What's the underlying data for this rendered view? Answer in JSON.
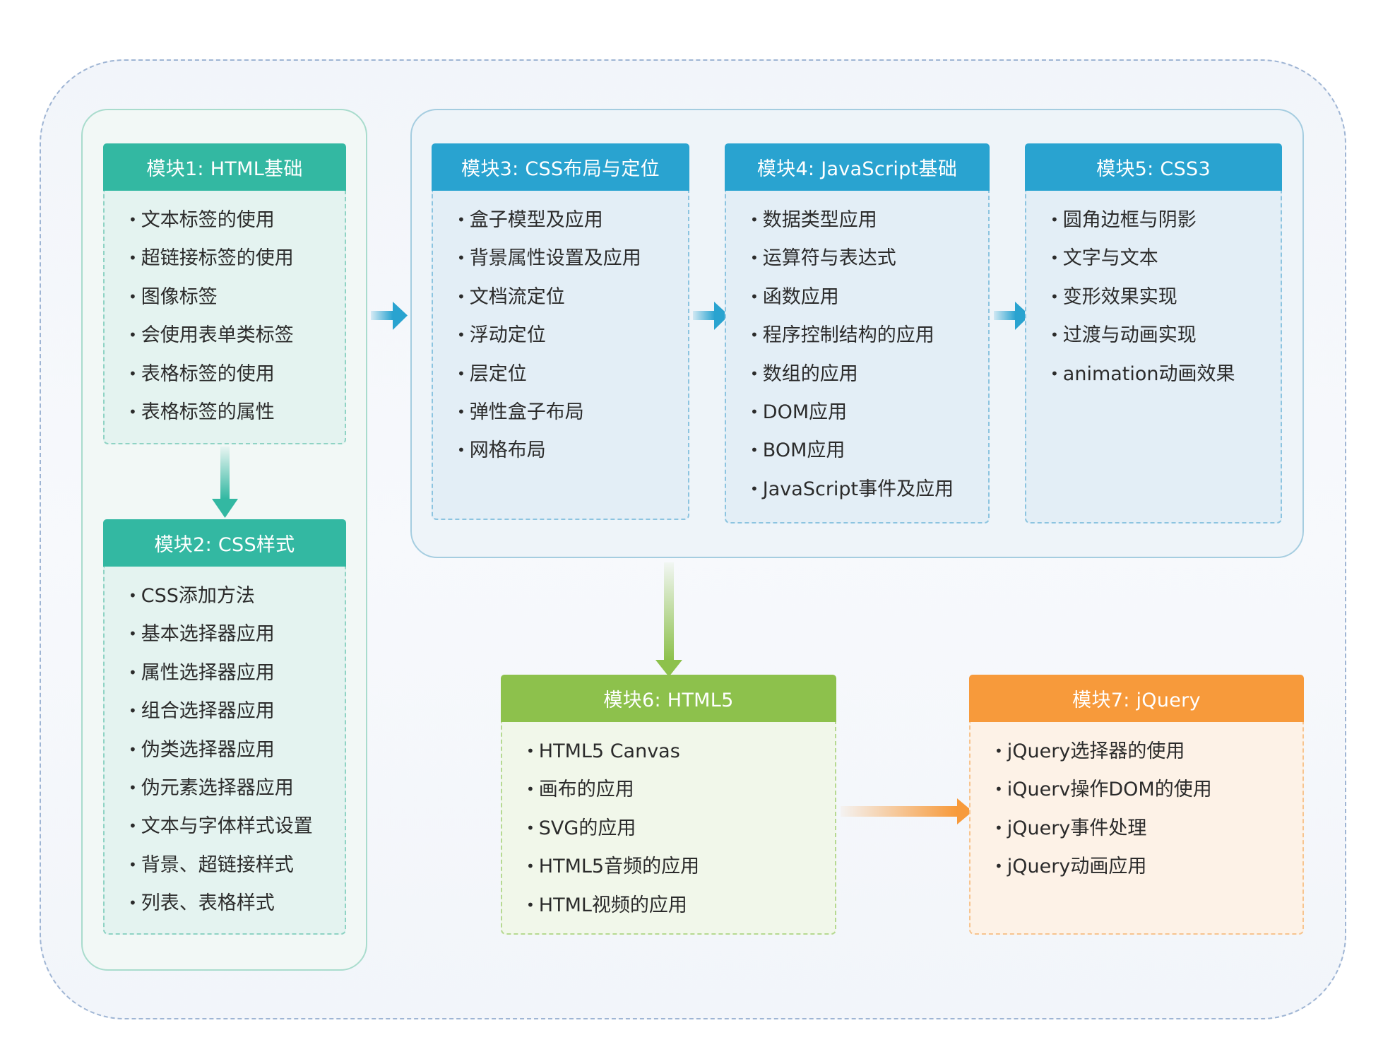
{
  "colors": {
    "teal": "#33b8a2",
    "blue": "#29a3d0",
    "green": "#8dc14c",
    "orange": "#f79a3b",
    "outer_border": "#9fb5d4"
  },
  "modules": [
    {
      "title": "模块1: HTML基础",
      "items": [
        "文本标签的使用",
        "超链接标签的使用",
        "图像标签",
        "会使用表单类标签",
        "表格标签的使用",
        "表格标签的属性"
      ]
    },
    {
      "title": "模块2: CSS样式",
      "items": [
        "CSS添加方法",
        "基本选择器应用",
        "属性选择器应用",
        "组合选择器应用",
        "伪类选择器应用",
        "伪元素选择器应用",
        "文本与字体样式设置",
        "背景、超链接样式",
        "列表、表格样式"
      ]
    },
    {
      "title": "模块3: CSS布局与定位",
      "items": [
        "盒子模型及应用",
        "背景属性设置及应用",
        "文档流定位",
        "浮动定位",
        "层定位",
        "弹性盒子布局",
        "网格布局"
      ]
    },
    {
      "title": "模块4: JavaScript基础",
      "items": [
        "数据类型应用",
        "运算符与表达式",
        "函数应用",
        "程序控制结构的应用",
        "数组的应用",
        "DOM应用",
        "BOM应用",
        "JavaScript事件及应用"
      ]
    },
    {
      "title": "模块5: CSS3",
      "items": [
        "圆角边框与阴影",
        "文字与文本",
        "变形效果实现",
        "过渡与动画实现",
        "animation动画效果"
      ]
    },
    {
      "title": "模块6: HTML5",
      "items": [
        "HTML5 Canvas",
        "画布的应用",
        "SVG的应用",
        "HTML5音频的应用",
        "HTML视频的应用"
      ]
    },
    {
      "title": "模块7: jQuery",
      "items": [
        "jQuery选择器的使用",
        "iQuerv操作DOM的使用",
        "jQuery事件处理",
        "jQuery动画应用"
      ]
    }
  ]
}
